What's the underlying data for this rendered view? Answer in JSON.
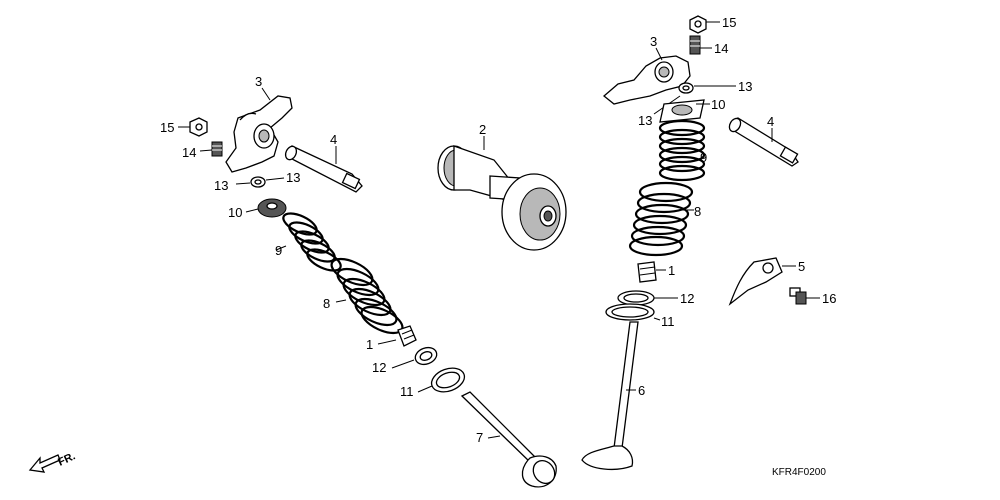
{
  "diagram": {
    "drawing_code": "KFR4F0200",
    "direction_label": "FR.",
    "part_numbers": {
      "valve_cotter": "1",
      "camshaft": "2",
      "rocker_arm": "3",
      "rocker_arm_shaft": "4",
      "shaft_stopper": "5",
      "exhaust_valve": "6",
      "intake_valve": "7",
      "outer_valve_spring": "8",
      "inner_valve_spring": "9",
      "spring_retainer": "10",
      "spring_seat": "11",
      "stem_seal": "12",
      "washer": "13",
      "adjusting_screw": "14",
      "lock_nut": "15",
      "bolt": "16"
    }
  }
}
